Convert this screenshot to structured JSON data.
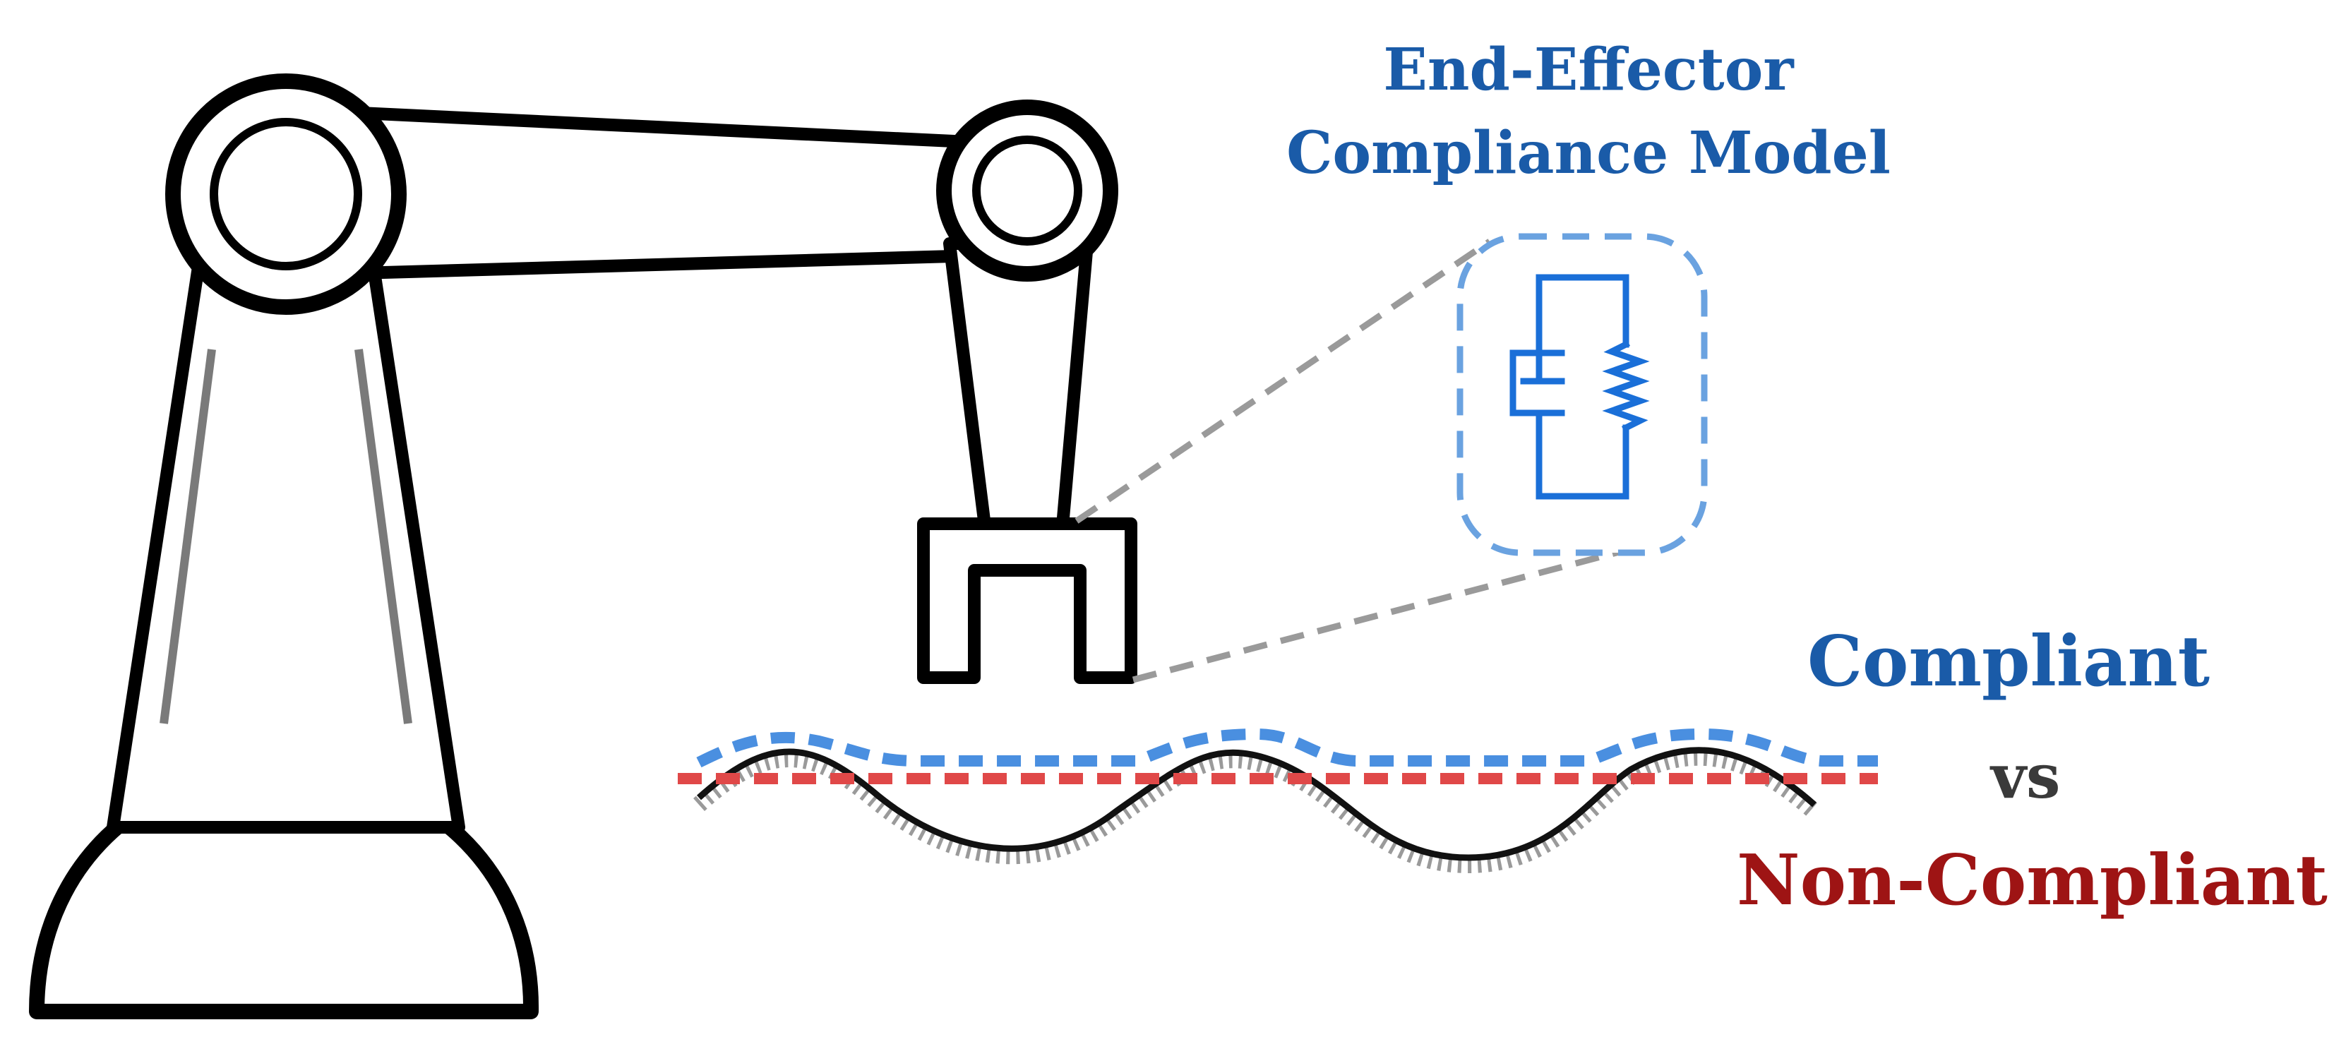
{
  "labels": {
    "title_line1": "End-Effector",
    "title_line2": "Compliance Model",
    "compliant": "Compliant",
    "vs": "vs",
    "non_compliant": "Non-Compliant"
  },
  "colors": {
    "title": "#1a5ba8",
    "compliant_text": "#1a5ba8",
    "vs_text": "#3a3a3a",
    "non_compliant_text": "#9e1414",
    "compliant_path": "#4a8fe0",
    "non_compliant_path": "#e04848",
    "spring_damper": "#1a6fd8",
    "zoom_box": "#6aa2e0",
    "zoom_lines": "#9a9a9a",
    "surface": "#111111",
    "surface_hatch": "#9a9a9a",
    "robot": "#000000",
    "robot_accent": "#7a7a7a"
  },
  "icons": {
    "robot": "robot-arm-icon",
    "gripper": "gripper-icon",
    "spring_damper": "spring-damper-icon"
  }
}
